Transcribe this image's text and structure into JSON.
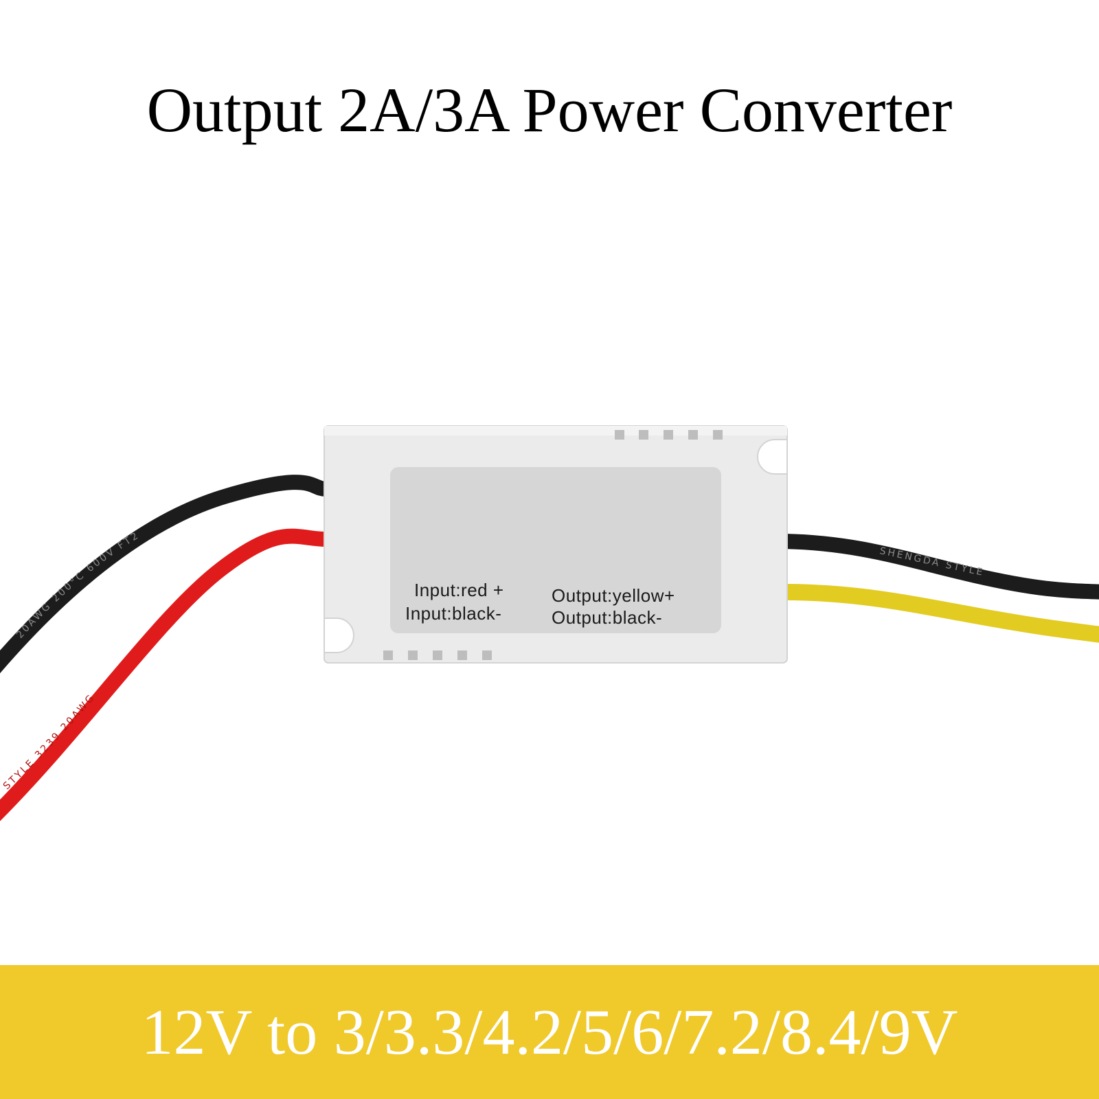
{
  "title": "Output 2A/3A Power Converter",
  "module_label": {
    "input_positive": "Input:red +",
    "input_negative": "Input:black-",
    "output_positive": "Output:yellow+",
    "output_negative": "Output:black-"
  },
  "cable_print": {
    "black_input": "20AWG 200°C 600V FT2",
    "red_input": "STYLE 3239 20AWG",
    "black_output": "SHENGDA STYLE"
  },
  "banner": {
    "text": "12V to 3/3.3/4.2/5/6/7.2/8.4/9V",
    "color": "#f0c92b"
  },
  "colors": {
    "housing": "#ebebeb",
    "label_panel": "#d6d6d6",
    "wire_red": "#e01b1b",
    "wire_black": "#1c1c1c",
    "wire_yellow": "#e2cc22"
  }
}
